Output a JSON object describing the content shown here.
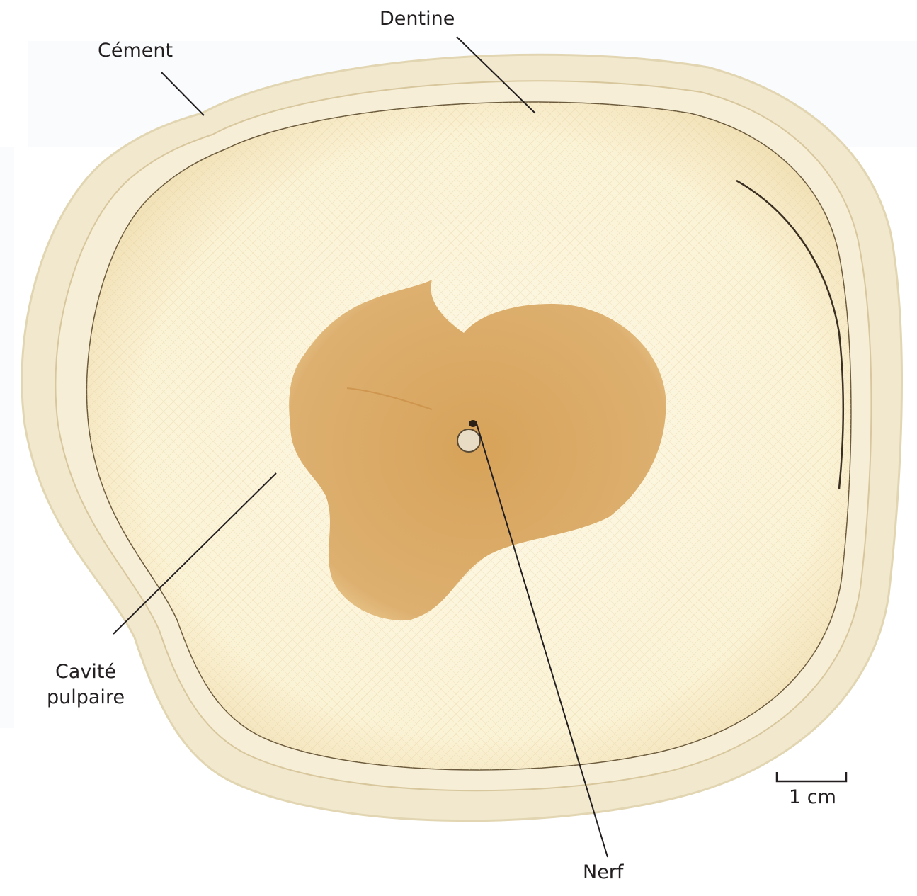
{
  "labels": {
    "dentine": "Dentine",
    "cement": "Cément",
    "cavity_line1": "Cavité",
    "cavity_line2": "pulpaire",
    "nerve": "Nerf"
  },
  "scale_bar": {
    "label": "1 cm"
  },
  "colors": {
    "background": "#ffffff",
    "ivory": "#fbf4dc",
    "cement_rim": "#ece2c4",
    "pulp_stain": "#d9a862",
    "line": "#231f20"
  }
}
